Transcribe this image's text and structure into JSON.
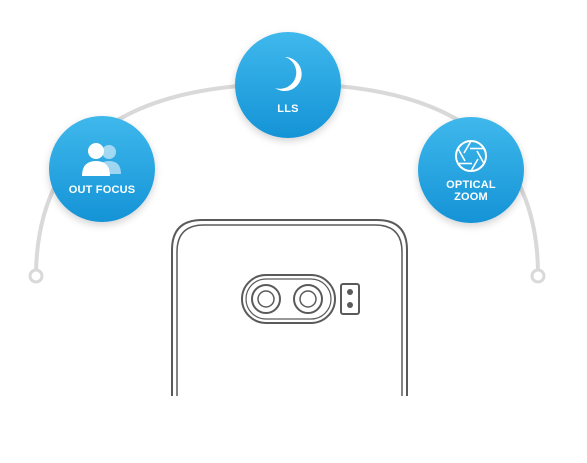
{
  "colors": {
    "circle_fill_top": "#3fb8ec",
    "circle_fill_bottom": "#1493d6",
    "arc": "#d9d9d9",
    "phone_outline": "#5a5a5a"
  },
  "features": [
    {
      "id": "out-focus",
      "icon": "people-icon",
      "label": "OUT FOCUS"
    },
    {
      "id": "lls",
      "icon": "crescent-moon-icon",
      "label": "LLS"
    },
    {
      "id": "optical-zoom",
      "icon": "aperture-icon",
      "label": "OPTICAL\nZOOM"
    }
  ]
}
